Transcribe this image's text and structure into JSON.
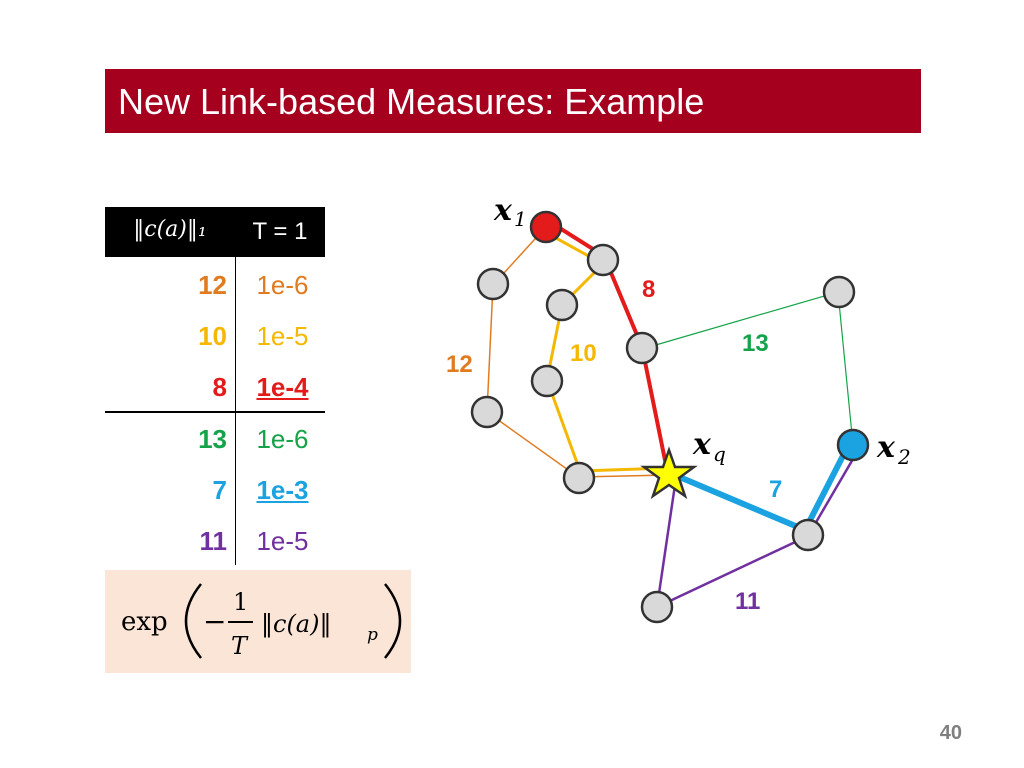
{
  "slide": {
    "title": "New Link-based Measures: Example",
    "page_number": "40"
  },
  "table": {
    "header_norm": "‖c(a)‖₁",
    "header_temp": "T = 1",
    "rows": [
      {
        "cost": "12",
        "score": "1e-6",
        "color": "#e07b20",
        "highlight": false
      },
      {
        "cost": "10",
        "score": "1e-5",
        "color": "#f5b800",
        "highlight": false
      },
      {
        "cost": "8",
        "score": "1e-4",
        "color": "#e31b1b",
        "highlight": true
      },
      {
        "cost": "13",
        "score": "1e-6",
        "color": "#15a34a",
        "highlight": false
      },
      {
        "cost": "7",
        "score": "1e-3",
        "color": "#1aa3e0",
        "highlight": true
      },
      {
        "cost": "11",
        "score": "1e-5",
        "color": "#7030a0",
        "highlight": false
      }
    ]
  },
  "formula": {
    "exp": "exp",
    "minus": "−",
    "numerator": "1",
    "denominator": "T",
    "norm": "‖c(a)‖",
    "subscript": "p"
  },
  "graph": {
    "labels": {
      "x1": "x",
      "x1_sub": "1",
      "x2": "x",
      "x2_sub": "2",
      "xq": "x",
      "xq_sub": "q"
    },
    "path_labels": [
      {
        "text": "8",
        "color": "#e31b1b"
      },
      {
        "text": "13",
        "color": "#15a34a"
      },
      {
        "text": "10",
        "color": "#f5b800"
      },
      {
        "text": "12",
        "color": "#e07b20"
      },
      {
        "text": "7",
        "color": "#1aa3e0"
      },
      {
        "text": "11",
        "color": "#7030a0"
      }
    ],
    "colors": {
      "node_fill": "#d9d9d9",
      "x1_fill": "#e31b1b",
      "x2_fill": "#1aa3e0",
      "star_fill": "#ffff00"
    }
  }
}
